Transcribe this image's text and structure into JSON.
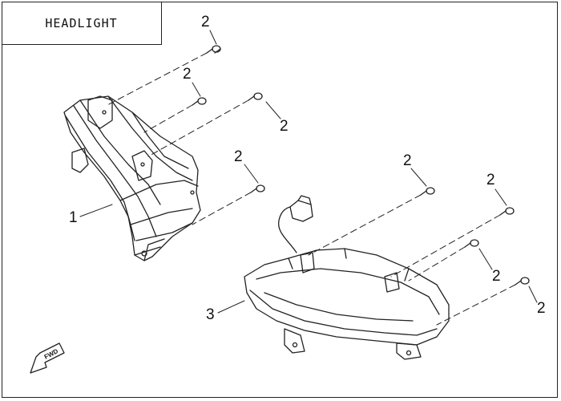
{
  "title": "HEADLIGHT",
  "callouts": {
    "part1": "1",
    "part3": "3",
    "bolt": "2"
  },
  "fwd_label": "FWD"
}
